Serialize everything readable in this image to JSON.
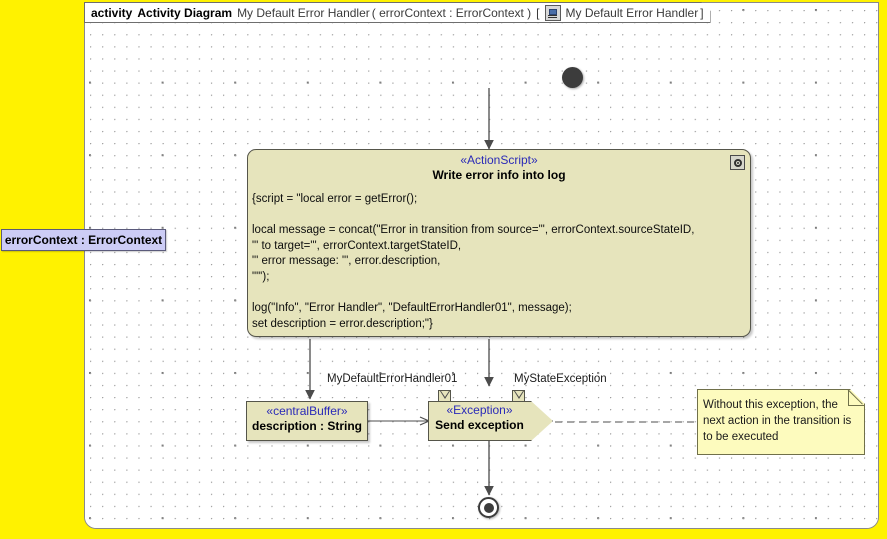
{
  "frame": {
    "keyword": "activity",
    "type_label": "Activity Diagram",
    "name": "My Default Error Handler",
    "parameters": "( errorContext : ErrorContext )",
    "bracket_open": "[",
    "behavior_icon": "activity-behavior-icon",
    "behavior": "My Default Error Handler",
    "bracket_close": "]"
  },
  "canvas": {
    "background": "#FFF200",
    "frame_background": "#ffffff",
    "node_fill": "#E6E4BC",
    "note_fill": "#FDFBBE",
    "param_fill": "#CCCCF5",
    "stereotype_color": "#2a2ab8"
  },
  "nodes": {
    "initial": {
      "name": "initial-node"
    },
    "final": {
      "name": "activity-final-node"
    },
    "action": {
      "stereotype": "«ActionScript»",
      "name": "Write error info into log",
      "badge_icon": "script-gear-icon",
      "body": "{script = \"local error = getError();\n\nlocal message = concat(\"Error in transition from source=\"', errorContext.sourceStateID,\n\"' to target=\"', errorContext.targetStateID,\n\"' error message: \"', error.description,\n\"\"');\n\nlog(\"Info\", \"Error Handler\", \"DefaultErrorHandler01\", message);\nset description = error.description;\"}",
      "body_lines": [
        "{script = \"local error = getError();",
        "",
        "local message = concat(\"Error in transition from source=\"', errorContext.sourceStateID,",
        "\"' to target=\"', errorContext.targetStateID,",
        "\"' error message: \"', error.description,",
        "\"\"');",
        "",
        "log(\"Info\", \"Error Handler\", \"DefaultErrorHandler01\", message);",
        "set description = error.description;\"}"
      ]
    },
    "central_buffer": {
      "stereotype": "«centralBuffer»",
      "name": "description : String"
    },
    "exception": {
      "stereotype": "«Exception»",
      "name": "Send exception"
    },
    "parameter": {
      "label": "errorContext : ErrorContext"
    },
    "note": {
      "text": "Without this exception, the next action in the transition is to be executed",
      "lines": [
        "Without this exception, the",
        "next action in the transition is",
        "to be executed"
      ]
    }
  },
  "pins": [
    {
      "label": "MyDefaultErrorHandler01",
      "name": "pin-my-default-error-handler-01"
    },
    {
      "label": "MyStateException",
      "name": "pin-my-state-exception"
    }
  ]
}
